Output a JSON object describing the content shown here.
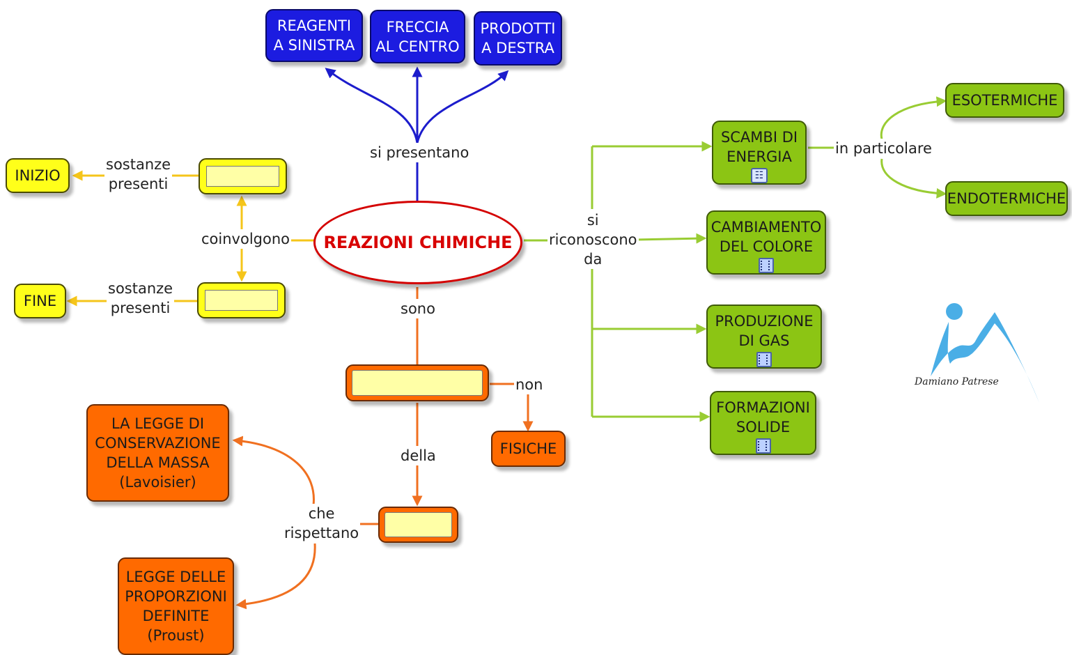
{
  "main": {
    "title": "REAZIONI CHIMICHE"
  },
  "links": {
    "si_presentano": "si presentano",
    "coinvolgono": "coinvolgono",
    "sostanze_top": [
      "sostanze",
      "presenti"
    ],
    "sostanze_bottom": [
      "sostanze",
      "presenti"
    ],
    "sono": "sono",
    "non": "non",
    "della": "della",
    "che_rispettano": [
      "che",
      "rispettano"
    ],
    "si_riconoscono": [
      "si",
      "riconoscono",
      "da"
    ],
    "in_particolare": "in particolare"
  },
  "blue_nodes": [
    [
      "REAGENTI",
      "A SINISTRA"
    ],
    [
      "FRECCIA",
      "AL CENTRO"
    ],
    [
      "PRODOTTI",
      "A DESTRA"
    ]
  ],
  "yellow_nodes": {
    "inizio": "INIZIO",
    "fine": "FINE"
  },
  "orange_nodes": {
    "fisiche": "FISICHE",
    "lavoisier": [
      "LA LEGGE DI",
      "CONSERVAZIONE",
      "DELLA MASSA",
      "(Lavoisier)"
    ],
    "proust": [
      "LEGGE DELLE",
      "PROPORZIONI",
      "DEFINITE",
      "(Proust)"
    ]
  },
  "green_nodes": {
    "scambi": [
      "SCAMBI DI",
      "ENERGIA"
    ],
    "colore": [
      "CAMBIAMENTO",
      "DEL COLORE"
    ],
    "gas": [
      "PRODUZIONE",
      "DI GAS"
    ],
    "solide": [
      "FORMAZIONI",
      "SOLIDE"
    ],
    "esotermiche": "ESOTERMICHE",
    "endotermiche": "ENDOTERMICHE"
  },
  "logo": {
    "text": "Damiano Patrese",
    "icon": "damiano-patrese-logo-icon"
  },
  "colors": {
    "blue": "#1c1ce0",
    "green": "#8cc514",
    "yellow": "#ffff1a",
    "orange": "#ff6a00",
    "main_border": "#d40000",
    "main_text": "#d80000",
    "link_blue": "#1c1ccc",
    "link_green": "#99cc33",
    "link_yellow": "#f5c51a",
    "link_orange": "#f07020",
    "logo": "#4aaee6"
  }
}
